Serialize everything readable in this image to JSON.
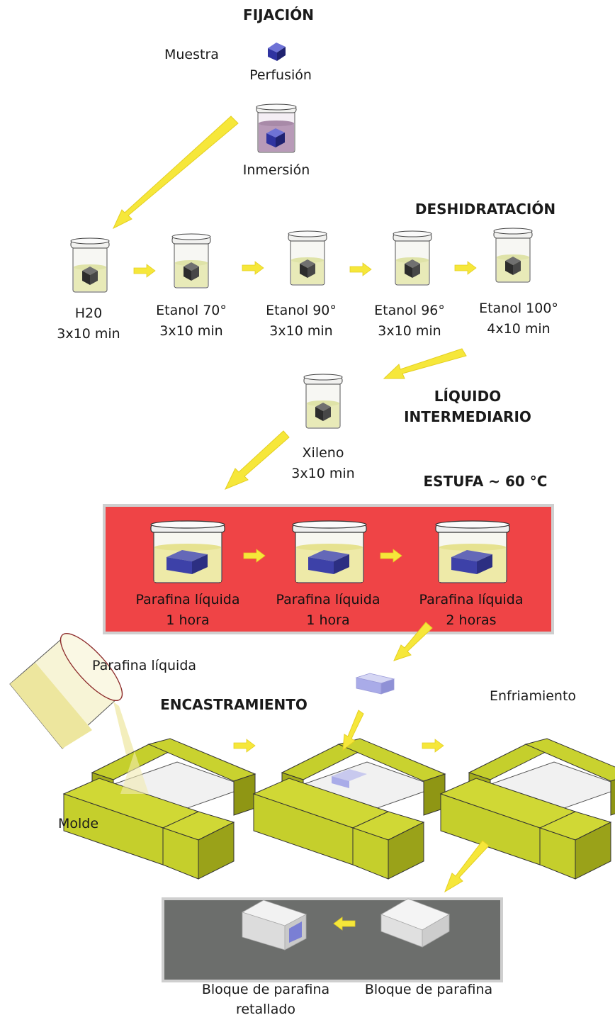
{
  "sections": {
    "fijacion": "FIJACIÓN",
    "deshidratacion": "DESHIDRATACIÓN",
    "liquido_line1": "LÍQUIDO",
    "liquido_line2": "INTERMEDIARIO",
    "estufa": "ESTUFA ~ 60 °C",
    "encastramiento": "ENCASTRAMIENTO"
  },
  "fijacion": {
    "muestra": "Muestra",
    "perfusion": "Perfusión",
    "inmersion": "Inmersión"
  },
  "dehydration_steps": [
    {
      "name": "H20",
      "time": "3x10 min"
    },
    {
      "name": "Etanol 70°",
      "time": "3x10 min"
    },
    {
      "name": "Etanol 90°",
      "time": "3x10 min"
    },
    {
      "name": "Etanol 96°",
      "time": "3x10 min"
    },
    {
      "name": "Etanol 100°",
      "time": "4x10 min"
    }
  ],
  "xileno": {
    "name": "Xileno",
    "time": "3x10 min"
  },
  "estufa_steps": [
    {
      "name": "Parafina líquida",
      "time": "1 hora"
    },
    {
      "name": "Parafina líquida",
      "time": "1 hora"
    },
    {
      "name": "Parafina líquida",
      "time": "2 horas"
    }
  ],
  "embedding": {
    "parafina_liquida": "Parafina líquida",
    "molde": "Molde",
    "enfriamiento": "Enfriamiento"
  },
  "final": {
    "retallado_line1": "Bloque de parafina",
    "retallado_line2": "retallado",
    "bloque": "Bloque de parafina"
  },
  "colors": {
    "arrow": "#f6e73a",
    "estufa_bg": "#ef4446",
    "final_bg": "#6c6e6c",
    "mold": "#c5cf2c",
    "cube_dark": "#3c3c3c",
    "cube_blue": "#3b3fb0"
  }
}
